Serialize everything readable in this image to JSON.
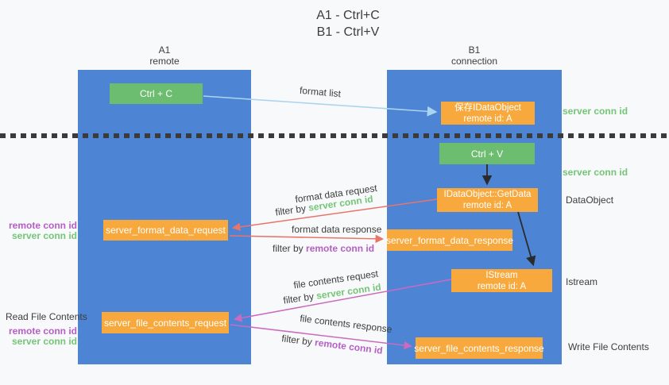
{
  "title": {
    "line1": "A1 - Ctrl+C",
    "line2": "B1 - Ctrl+V"
  },
  "lanes": {
    "left": {
      "name": "A1",
      "subtitle": "remote"
    },
    "right": {
      "name": "B1",
      "subtitle": "connection"
    }
  },
  "nodes": {
    "ctrl_c": "Ctrl + C",
    "ctrl_v": "Ctrl + V",
    "save_idataobject": {
      "line1": "保存IDataObject",
      "line2": "remote id: A"
    },
    "getdata": {
      "line1": "IDataObject::GetData",
      "line2": "remote id: A"
    },
    "istream": {
      "line1": "IStream",
      "line2": "remote id: A"
    },
    "format_request": "server_format_data_request",
    "format_response": "server_format_data_response",
    "file_request": "server_file_contents_request",
    "file_response": "server_file_contents_response"
  },
  "arrow_labels": {
    "format_list": "format list",
    "format_data_request": "format data request",
    "format_data_response": "format data response",
    "file_contents_request": "file contents request",
    "file_contents_response": "file contents response",
    "filter_by": "filter by",
    "server_conn_id": "server conn id",
    "remote_conn_id": "remote conn id"
  },
  "annotations": {
    "server_conn_id": "server conn id",
    "remote_conn_id": "remote conn id",
    "dataobject": "DataObject",
    "istream": "Istream",
    "read_file_contents": "Read File Contents",
    "write_file_contents": "Write File Contents"
  },
  "colors": {
    "lane_blue": "#4d84d4",
    "node_green": "#6cbd70",
    "node_orange": "#f8a93d",
    "green_text": "#74c577",
    "purple_text": "#b55ec6",
    "arrow_lightblue": "#aad5f0",
    "arrow_red": "#e8746b",
    "arrow_pink": "#cb6ac0",
    "arrow_black": "#2b2b2b",
    "background": "#f8f9fa"
  }
}
